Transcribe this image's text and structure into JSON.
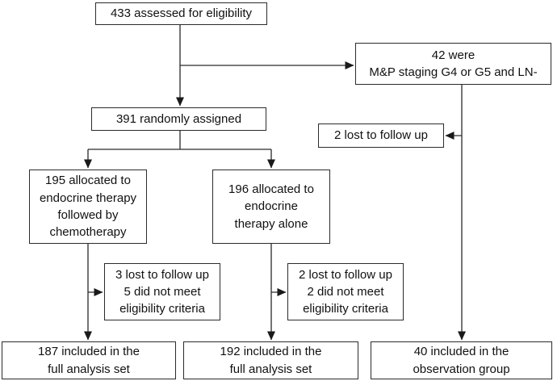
{
  "diagram": {
    "type": "flowchart",
    "colors": {
      "line": "#222222",
      "box_border": "#2b2b2b",
      "text": "#111111",
      "background": "#ffffff"
    },
    "boxes": {
      "assessed": "433 assessed for eligibility",
      "excluded": "42 were\nM&P staging G4 or G5 and LN-",
      "randomized": "391 randomly assigned",
      "lost_followup": "2 lost to follow up",
      "arm_chemo": "195 allocated to\nendocrine therapy\nfollowed by\nchemotherapy",
      "arm_alone": "196 allocated to\nendocrine\ntherapy alone",
      "arm_chemo_losses": "3 lost to follow up\n5 did not meet\neligibility criteria",
      "arm_alone_losses": "2 lost to follow up\n2 did not meet\neligibility criteria",
      "fas_chemo": "187 included in the\nfull analysis set",
      "fas_alone": "192 included in the\nfull analysis set",
      "observation": "40 included in the\nobservation group"
    }
  }
}
